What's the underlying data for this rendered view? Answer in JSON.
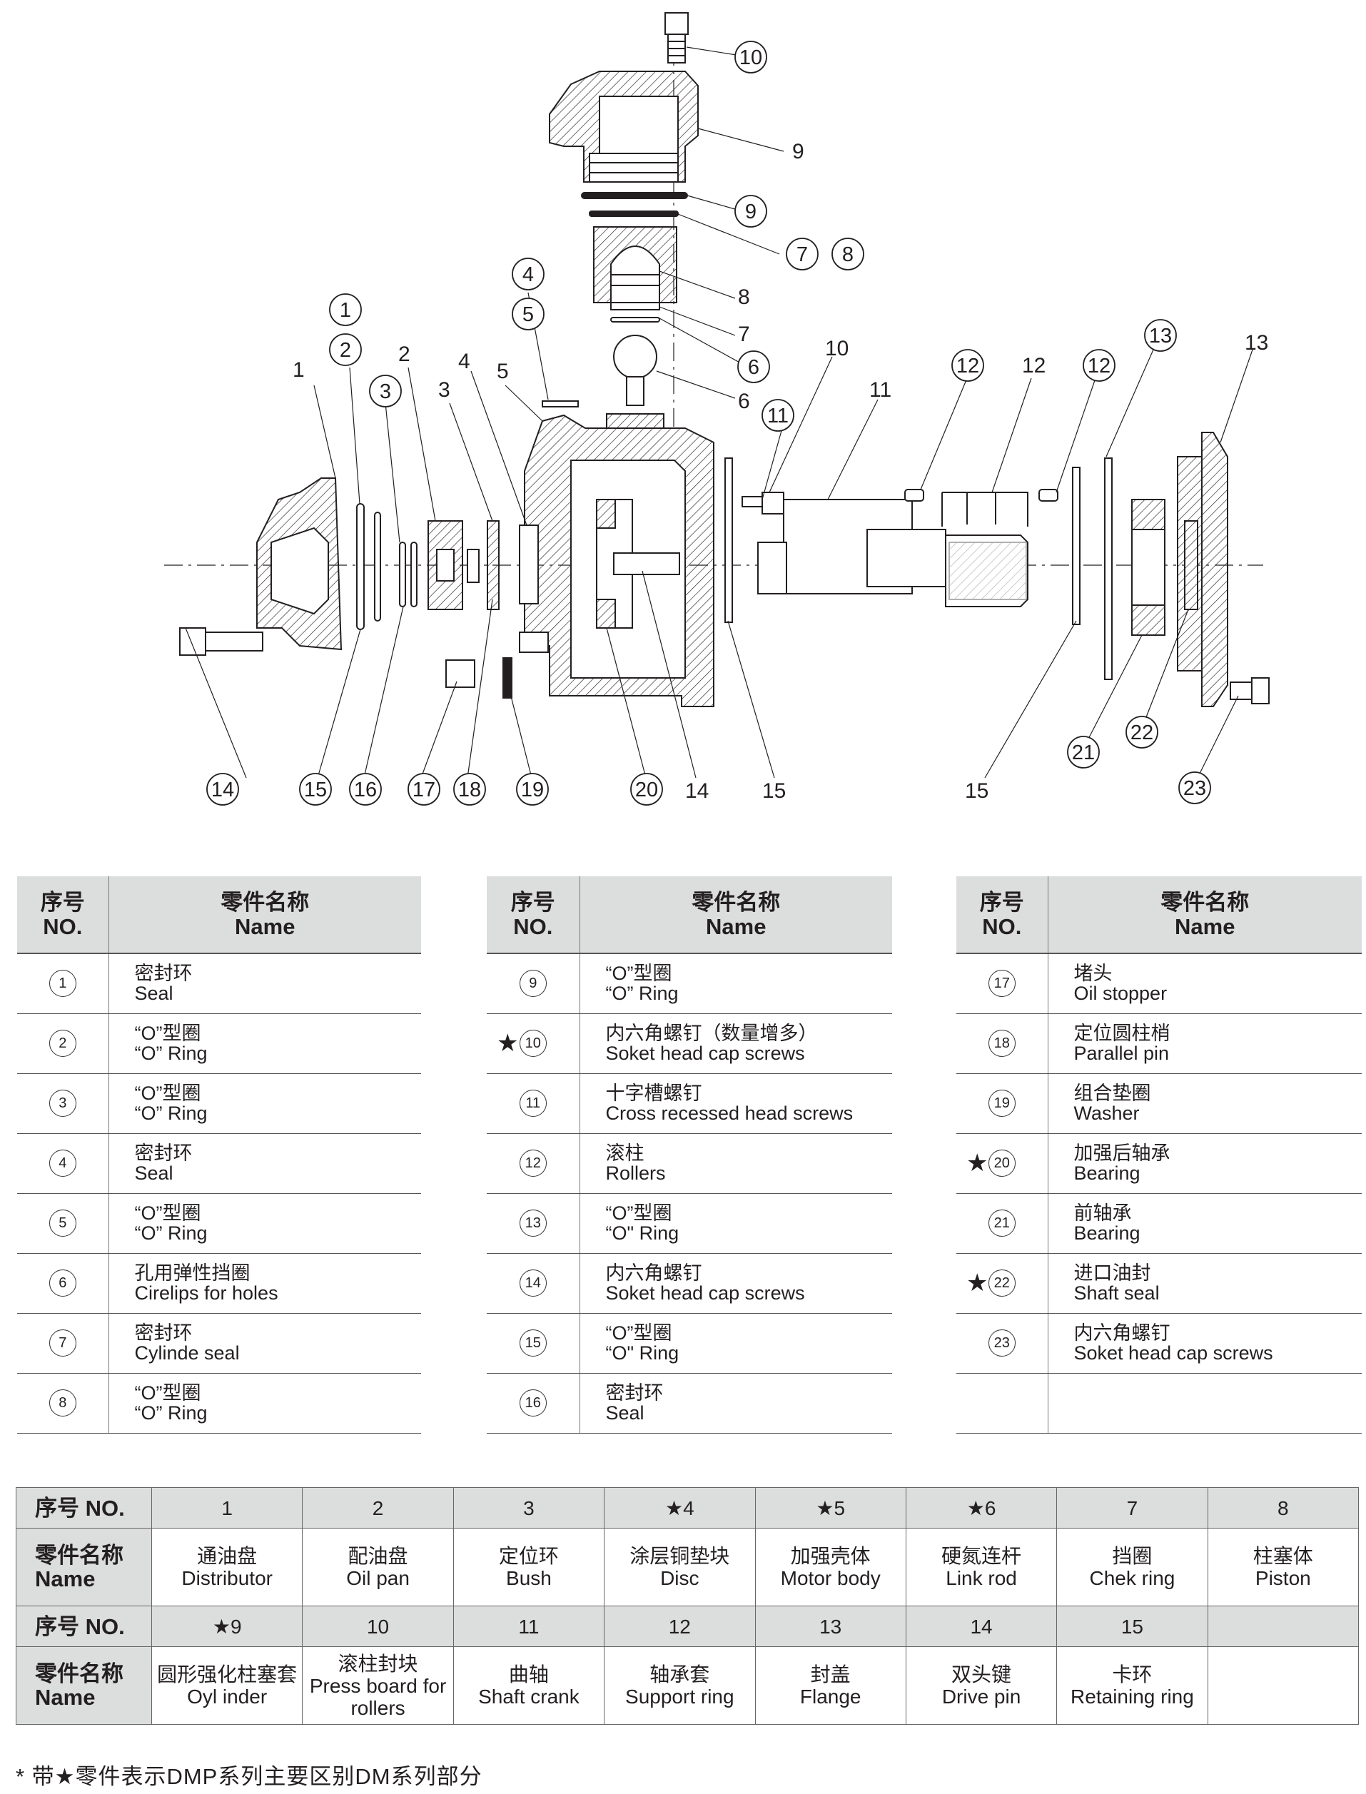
{
  "diagram": {
    "plain_labels": [
      "9",
      "8",
      "7",
      "6",
      "10",
      "11",
      "1",
      "2",
      "3",
      "4",
      "5",
      "12",
      "13",
      "14",
      "15"
    ],
    "circled_labels": [
      "1",
      "2",
      "3",
      "4",
      "5",
      "6",
      "7",
      "8",
      "9",
      "10",
      "11",
      "12",
      "13",
      "14",
      "15",
      "16",
      "17",
      "18",
      "19",
      "20",
      "21",
      "22",
      "23"
    ]
  },
  "header": {
    "no_cn": "序号",
    "no_en": "NO.",
    "name_cn": "零件名称",
    "name_en": "Name"
  },
  "table1": [
    {
      "no": "1",
      "star": "",
      "cn": "密封环",
      "en": "Seal"
    },
    {
      "no": "2",
      "star": "",
      "cn": "“O”型圈",
      "en": "“O” Ring"
    },
    {
      "no": "3",
      "star": "",
      "cn": "“O”型圈",
      "en": "“O” Ring"
    },
    {
      "no": "4",
      "star": "",
      "cn": "密封环",
      "en": "Seal"
    },
    {
      "no": "5",
      "star": "",
      "cn": "“O”型圈",
      "en": "“O” Ring"
    },
    {
      "no": "6",
      "star": "",
      "cn": "孔用弹性挡圈",
      "en": "Cirelips for holes"
    },
    {
      "no": "7",
      "star": "",
      "cn": "密封环",
      "en": "Cylinde seal"
    },
    {
      "no": "8",
      "star": "",
      "cn": "“O”型圈",
      "en": "“O” Ring"
    }
  ],
  "table2": [
    {
      "no": "9",
      "star": "",
      "cn": "“O”型圈",
      "en": "“O” Ring"
    },
    {
      "no": "10",
      "star": "★",
      "cn": "内六角螺钉（数量增多）",
      "en": "Soket head cap screws"
    },
    {
      "no": "11",
      "star": "",
      "cn": "十字槽螺钉",
      "en": "Cross recessed head screws"
    },
    {
      "no": "12",
      "star": "",
      "cn": "滚柱",
      "en": "Rollers"
    },
    {
      "no": "13",
      "star": "",
      "cn": "“O”型圈",
      "en": "“O\" Ring"
    },
    {
      "no": "14",
      "star": "",
      "cn": "内六角螺钉",
      "en": "Soket head cap screws"
    },
    {
      "no": "15",
      "star": "",
      "cn": "“O”型圈",
      "en": "“O\" Ring"
    },
    {
      "no": "16",
      "star": "",
      "cn": "密封环",
      "en": "Seal"
    }
  ],
  "table3": [
    {
      "no": "17",
      "star": "",
      "cn": "堵头",
      "en": "Oil stopper"
    },
    {
      "no": "18",
      "star": "",
      "cn": "定位圆柱梢",
      "en": "Parallel pin"
    },
    {
      "no": "19",
      "star": "",
      "cn": "组合垫圈",
      "en": "Washer"
    },
    {
      "no": "20",
      "star": "★",
      "cn": "加强后轴承",
      "en": "Bearing"
    },
    {
      "no": "21",
      "star": "",
      "cn": "前轴承",
      "en": "Bearing"
    },
    {
      "no": "22",
      "star": "★",
      "cn": "进口油封",
      "en": "Shaft seal"
    },
    {
      "no": "23",
      "star": "",
      "cn": "内六角螺钉",
      "en": "Soket head cap screws"
    }
  ],
  "bottom": {
    "no_label": "序号 NO.",
    "name_label_cn": "零件名称",
    "name_label_en": "Name",
    "row1": [
      {
        "no": "1",
        "cn": "通油盘",
        "en": "Distributor"
      },
      {
        "no": "2",
        "cn": "配油盘",
        "en": "Oil pan"
      },
      {
        "no": "3",
        "cn": "定位环",
        "en": "Bush"
      },
      {
        "no": "★4",
        "cn": "涂层铜垫块",
        "en": "Disc"
      },
      {
        "no": "★5",
        "cn": "加强壳体",
        "en": "Motor body"
      },
      {
        "no": "★6",
        "cn": "硬氮连杆",
        "en": "Link rod"
      },
      {
        "no": "7",
        "cn": "挡圈",
        "en": "Chek ring"
      },
      {
        "no": "8",
        "cn": "柱塞体",
        "en": "Piston"
      }
    ],
    "row2": [
      {
        "no": "★9",
        "cn": "圆形强化柱塞套",
        "en": "Oyl inder"
      },
      {
        "no": "10",
        "cn": "滚柱封块",
        "en": "Press board for rollers"
      },
      {
        "no": "11",
        "cn": "曲轴",
        "en": "Shaft crank"
      },
      {
        "no": "12",
        "cn": "轴承套",
        "en": "Support ring"
      },
      {
        "no": "13",
        "cn": "封盖",
        "en": "Flange"
      },
      {
        "no": "14",
        "cn": "双头键",
        "en": "Drive pin"
      },
      {
        "no": "15",
        "cn": "卡环",
        "en": "Retaining ring"
      },
      {
        "no": "",
        "cn": "",
        "en": ""
      }
    ]
  },
  "footnote": "* 带★零件表示DMP系列主要区别DM系列部分"
}
